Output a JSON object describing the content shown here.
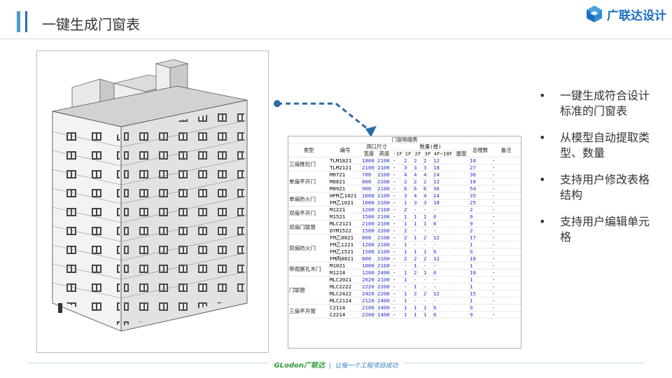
{
  "slide": {
    "title": "一键生成门窗表",
    "brand": "广联达设计",
    "footer_brand": "GLodon广联达",
    "footer_slogan": "让每一个工程项目成功",
    "accent_color": "#2a6aa5",
    "bullets": [
      "一键生成符合设计标准的门窗表",
      "从模型自动提取类型、数量",
      "支持用户修改表格结构",
      "支持用户编辑单元格"
    ]
  },
  "schedule": {
    "title": "门窗明细表",
    "headers": {
      "type": "类型",
      "code": "编号",
      "opening": "洞口尺寸",
      "width": "宽度",
      "height": "高度",
      "quantity": "数量(樘)",
      "floors": [
        "-1F",
        "1F",
        "2F",
        "3F",
        "4F~18F",
        "屋面"
      ],
      "total": "总樘数",
      "remark": "备注"
    },
    "groups": [
      {
        "label": "三扇推拉门",
        "rows": [
          [
            "TLM1821",
            "1800",
            "2100",
            "-",
            "2",
            "2",
            "2",
            "12",
            "",
            "18",
            "-"
          ],
          [
            "TLM2121",
            "2100",
            "2100",
            "-",
            "3",
            "3",
            "3",
            "18",
            "",
            "27",
            "-"
          ]
        ]
      },
      {
        "label": "单扇平开门",
        "rows": [
          [
            "M0721",
            "700",
            "2100",
            "-",
            "4",
            "4",
            "4",
            "24",
            "",
            "36",
            "-"
          ],
          [
            "M0821",
            "800",
            "2100",
            "-",
            "2",
            "2",
            "2",
            "12",
            "",
            "18",
            "-"
          ],
          [
            "M0921",
            "900",
            "2100",
            "-",
            "6",
            "6",
            "6",
            "36",
            "",
            "54",
            "-"
          ]
        ]
      },
      {
        "label": "单扇防火门",
        "rows": [
          [
            "HFM乙1021",
            "1000",
            "2100",
            "-",
            "3",
            "4",
            "4",
            "24",
            "",
            "35",
            "-"
          ],
          [
            "FM乙1021",
            "1000",
            "2100",
            "-",
            "1",
            "3",
            "3",
            "18",
            "",
            "25",
            "-"
          ]
        ]
      },
      {
        "label": "双扇平开门",
        "rows": [
          [
            "M1221",
            "1200",
            "2100",
            "-",
            "2",
            "-",
            "-",
            "-",
            "",
            "2",
            "-"
          ],
          [
            "M1521",
            "1500",
            "2100",
            "-",
            "1",
            "1",
            "1",
            "6",
            "",
            "9",
            "-"
          ]
        ]
      },
      {
        "label": "双扇门联窗",
        "rows": [
          [
            "MLC2121",
            "2100",
            "2100",
            "-",
            "1",
            "1",
            "1",
            "6",
            "",
            "9",
            "-"
          ],
          [
            "DYM1522",
            "1500",
            "2200",
            "-",
            "2",
            "-",
            "-",
            "-",
            "",
            "2",
            "-"
          ]
        ]
      },
      {
        "label": "双扇防火门",
        "rows": [
          [
            "FM乙0821",
            "800",
            "2100",
            "-",
            "2",
            "1",
            "2",
            "12",
            "",
            "17",
            "-"
          ],
          [
            "FM乙1221",
            "1200",
            "2100",
            "-",
            "1",
            "-",
            "-",
            "-",
            "",
            "1",
            "-"
          ],
          [
            "FM乙1521",
            "1500",
            "2100",
            "-",
            "1",
            "1",
            "1",
            "6",
            "",
            "9",
            "-"
          ],
          [
            "FM丙0821",
            "800",
            "2100",
            "-",
            "2",
            "2",
            "2",
            "12",
            "",
            "18",
            "-"
          ]
        ]
      },
      {
        "label": "带观察孔木门",
        "rows": [
          [
            "M1021",
            "1000",
            "2100",
            "-",
            "-",
            "1",
            "-",
            "-",
            "",
            "1",
            "-"
          ],
          [
            "M1224",
            "1200",
            "2400",
            "-",
            "1",
            "2",
            "1",
            "6",
            "",
            "10",
            "-"
          ]
        ]
      },
      {
        "label": "门联窗",
        "rows": [
          [
            "MLC2021",
            "2020",
            "2100",
            "-",
            "1",
            "-",
            "-",
            "-",
            "",
            "1",
            "-"
          ],
          [
            "MLC2222",
            "2220",
            "2200",
            "-",
            "-",
            "1",
            "-",
            "-",
            "",
            "1",
            "-"
          ],
          [
            "MLC2422",
            "2420",
            "2200",
            "-",
            "1",
            "2",
            "2",
            "12",
            "",
            "15",
            "-"
          ],
          [
            "MLC2124",
            "2120",
            "2400",
            "-",
            "1",
            "-",
            "-",
            "-",
            "",
            "1",
            "-"
          ]
        ]
      },
      {
        "label": "三扇平开窗",
        "rows": [
          [
            "C2114",
            "2100",
            "1400",
            "-",
            "1",
            "1",
            "1",
            "6",
            "",
            "9",
            "-"
          ],
          [
            "C2214",
            "2200",
            "1400",
            "-",
            "1",
            "1",
            "1",
            "6",
            "",
            "9",
            "-"
          ]
        ]
      }
    ]
  }
}
